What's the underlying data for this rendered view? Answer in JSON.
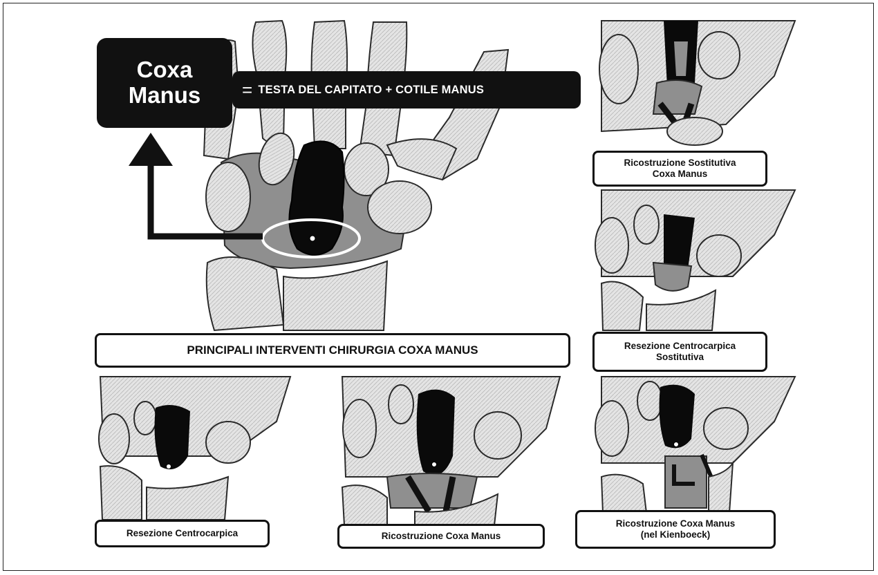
{
  "title": {
    "line1": "Coxa",
    "line2": "Manus",
    "equals_sign": "=",
    "equation": "TESTA DEL CAPITATO + COTILE MANUS"
  },
  "main_label": "PRINCIPALI INTERVENTI CHIRURGIA COXA  MANUS",
  "panels": {
    "ricostruzione_sostitutiva": {
      "line1": "Ricostruzione Sostitutiva",
      "line2": "Coxa Manus"
    },
    "resezione_centrocarpica_sostitutiva": {
      "line1": "Resezione Centrocarpica",
      "line2": "Sostitutiva"
    },
    "resezione_centrocarpica": {
      "line1": "Resezione  Centrocarpica"
    },
    "ricostruzione_coxa_manus": {
      "line1": "Ricostruzione  Coxa Manus"
    },
    "ricostruzione_kienboeck": {
      "line1": "Ricostruzione Coxa Manus",
      "line2": "(nel Kienboeck)"
    }
  },
  "colors": {
    "bone_fill": "#e3e3e3",
    "bone_stroke": "#2a2a2a",
    "capitate_black": "#0a0a0a",
    "highlight_gray": "#8f8f8f",
    "ellipse_white": "#ffffff"
  }
}
